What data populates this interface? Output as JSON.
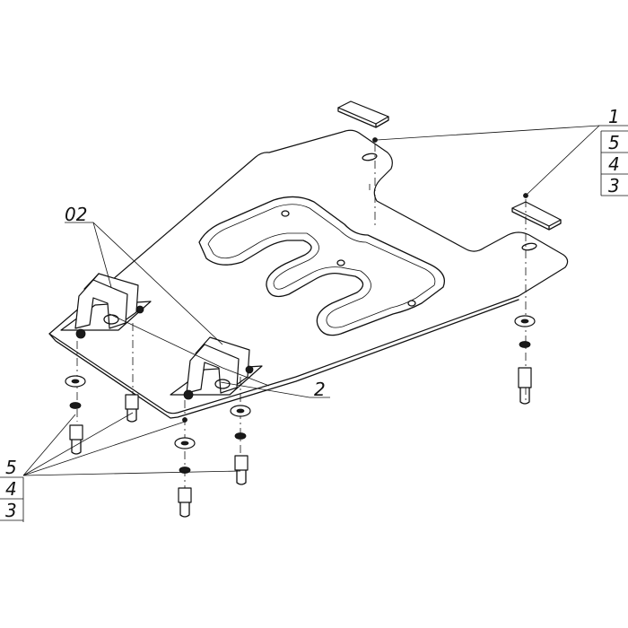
{
  "callouts": {
    "part_top": "1",
    "stack_right": [
      "5",
      "4",
      "3"
    ],
    "bracket": "02",
    "plate": "2",
    "stack_left": [
      "5",
      "4",
      "3"
    ]
  }
}
